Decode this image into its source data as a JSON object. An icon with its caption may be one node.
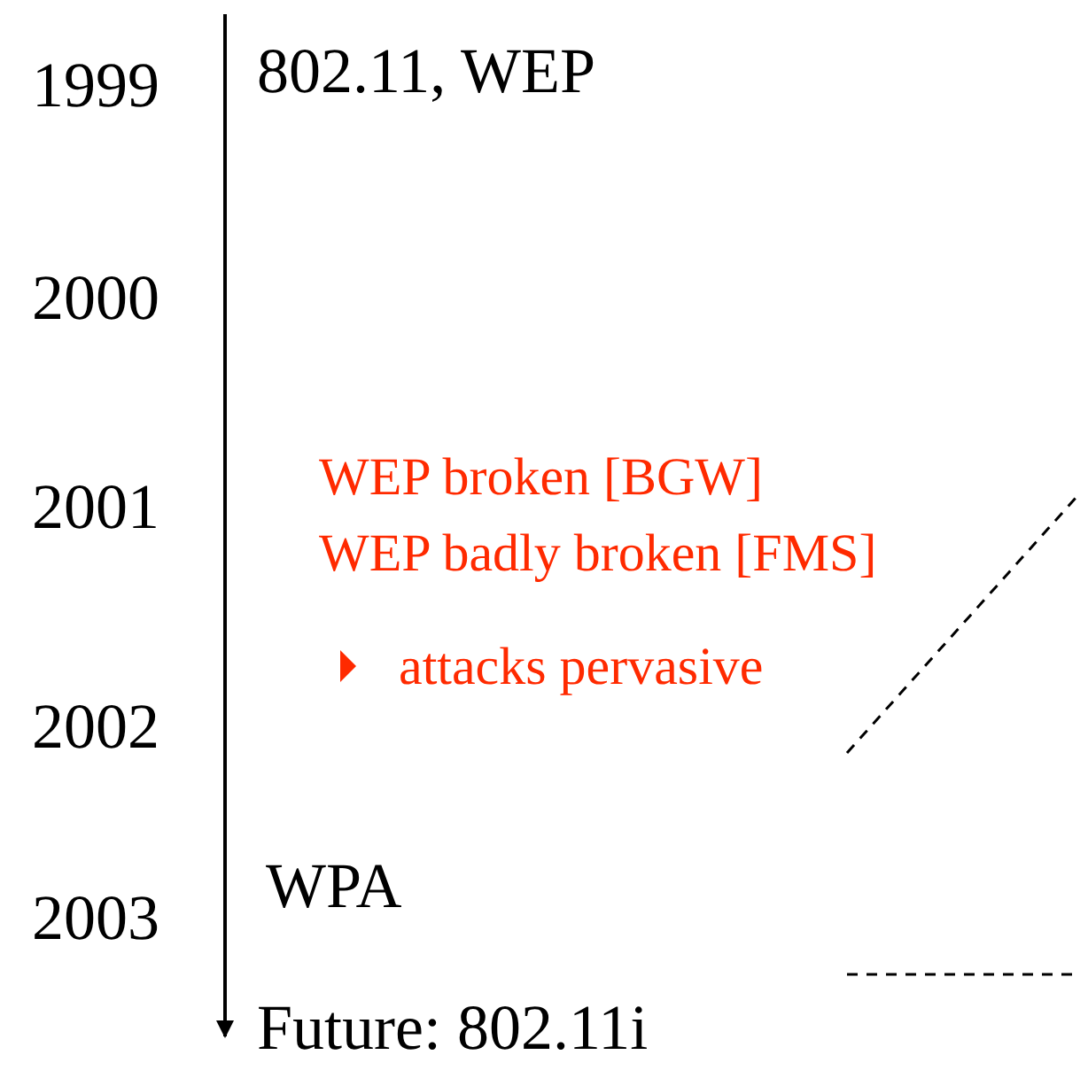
{
  "diagram": {
    "labels": [
      "1999",
      "802.11, WEP",
      "2000",
      "WEP broken [BGW]",
      "2001",
      "WEP badly broken [FMS]",
      "attacks pervasive",
      "2002",
      "WPA",
      "2003",
      "Future: 802.11i"
    ]
  }
}
